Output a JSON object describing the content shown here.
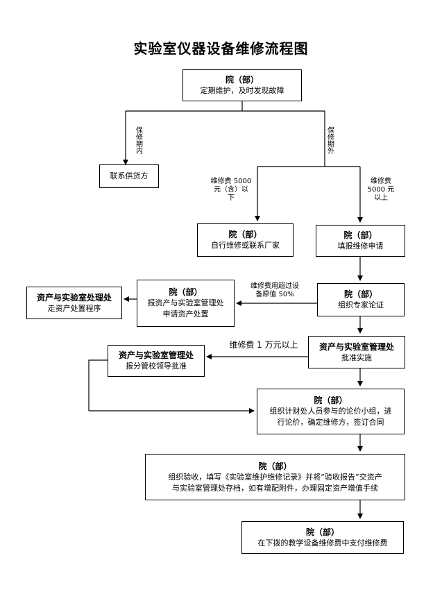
{
  "title": "实验室仪器设备维修流程图",
  "boxes": {
    "start": {
      "line1": "院（部）",
      "line2": "定期维护，及时发现故障"
    },
    "supplier": {
      "line1": "联系供货方"
    },
    "self_repair": {
      "line1": "院（部）",
      "line2": "自行维修或联系厂家"
    },
    "apply": {
      "line1": "院（部）",
      "line2": "填报维修申请"
    },
    "expert": {
      "line1": "院（部）",
      "line2": "组织专家论证"
    },
    "disposal_report": {
      "line1": "院（部）",
      "line2": "报资产与实验室管理处",
      "line3": "申请资产处置"
    },
    "disposal_office": {
      "line1": "资产与实验室处理处",
      "line2": "走资产处置程序"
    },
    "approve": {
      "line1": "资产与实验室管理处",
      "line2": "批准实施"
    },
    "leader": {
      "line1": "资产与实验室管理处",
      "line2": "报分管校领导批准"
    },
    "price": {
      "line1": "院（部）",
      "line2": "组织计财处人员参与的论价小组，进",
      "line3": "行论价，确定维修方，签订合同"
    },
    "accept": {
      "line1": "院（部）",
      "line2": "组织验收，填写《实验室维护维修记录》并将“验收报告”交资产",
      "line3": "与实验室管理处存档，如有增配附件，办理固定资产增值手续"
    },
    "pay": {
      "line1": "院（部）",
      "line2": "在下拨的教学设备维修费中支付维修费"
    }
  },
  "labels": {
    "in_warranty": "保修期内",
    "out_warranty": "保修期外",
    "under_5000_a": "维修费 5000",
    "under_5000_b": "元（含）以",
    "under_5000_c": "下",
    "over_5000_a": "维修费",
    "over_5000_b": "5000 元",
    "over_5000_c": "以上",
    "over_50_a": "维修费用超过设",
    "over_50_b": "备原值 50%",
    "over_10000": "维修费 1 万元以上"
  }
}
